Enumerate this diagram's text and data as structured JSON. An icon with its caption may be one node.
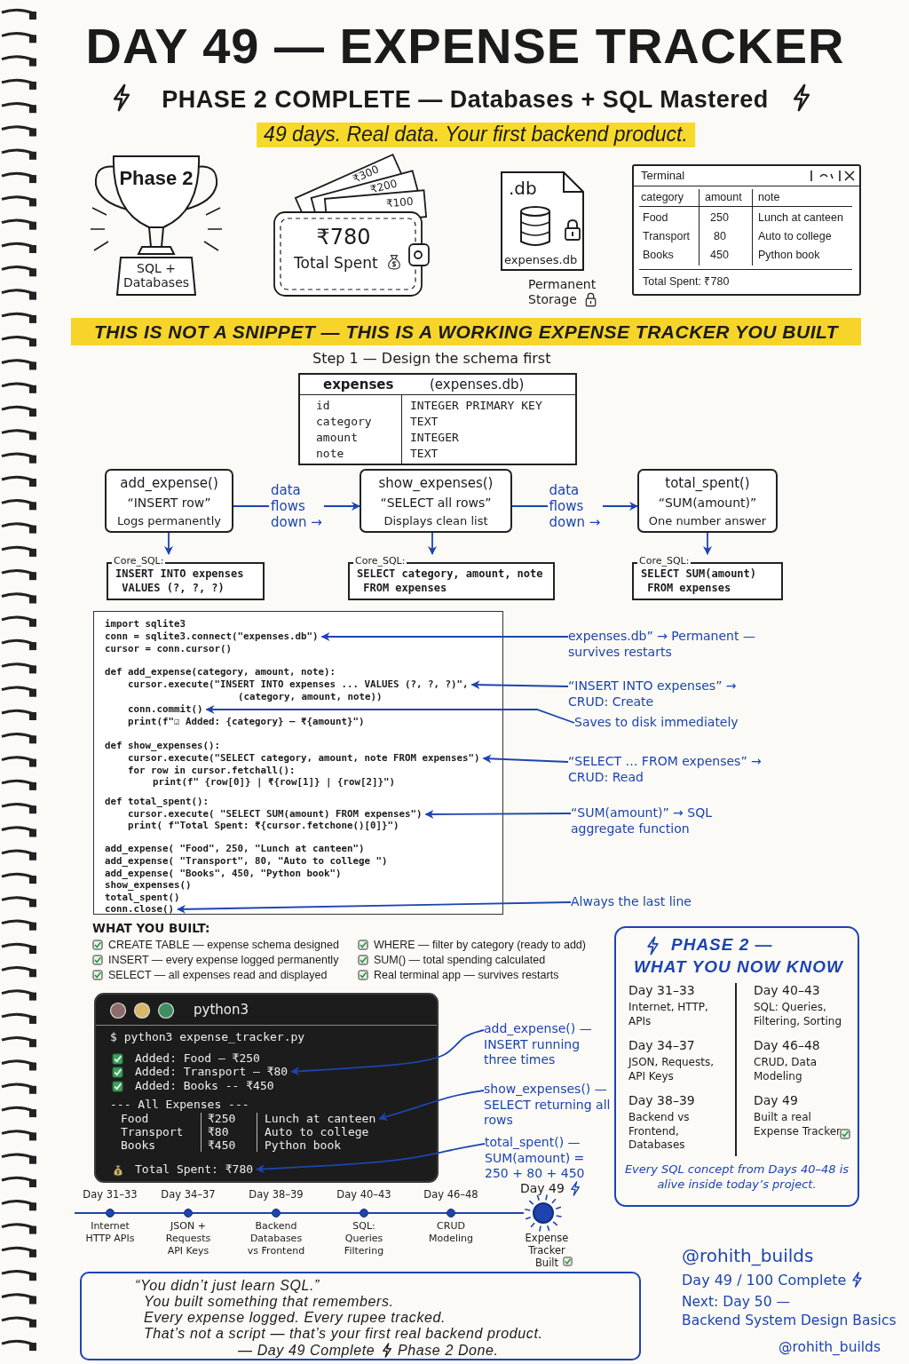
{
  "diagram": {
    "title": "DAY 49 — EXPENSE TRACKER",
    "nodes": [
      {
        "text": [
          "Phase 2",
          "SQL + Databases"
        ]
      },
      {
        "text": [
          "₹300",
          "₹200",
          "₹100",
          "₹780",
          "Total Spent"
        ]
      },
      {
        "text": [
          ".db",
          "expenses.db"
        ],
        "beside": [
          "Permanent Storage"
        ]
      },
      {
        "text": [
          "Terminal",
          "category",
          "amount",
          "note",
          "Food",
          "250",
          "Lunch at canteen",
          "Transport",
          "80",
          "Auto to college",
          "Books",
          "450",
          "Python book",
          "Total Spent: ₹780"
        ]
      },
      {
        "text": [
          "Step 1 — Design the schema first",
          "expenses",
          "(expenses.db)",
          "id",
          "INTEGER PRIMARY KEY",
          "category",
          "TEXT",
          "amount",
          "INTEGER",
          "note",
          "TEXT"
        ]
      },
      {
        "text": [
          "add_expense()",
          "“INSERT row”",
          "Logs permanently"
        ]
      },
      {
        "text": [
          "show_expenses()",
          "“SELECT all rows”",
          "Displays clean list"
        ]
      },
      {
        "text": [
          "total_spent()",
          "“SUM(amount)”",
          "One number answer"
        ]
      },
      {
        "text": [
          "Core_SQL:",
          "INSERT INTO expenses VALUES (?, ?, ?)"
        ]
      },
      {
        "text": [
          "Core_SQL:",
          "SELECT category, amount, note FROM expenses"
        ]
      },
      {
        "text": [
          "Core_SQL:",
          "SELECT SUM(amount) FROM expenses"
        ]
      },
      {
        "text": [
          "import sqlite3",
          "cursor = conn.cursor()",
          "def add_expense(category, amount, note):",
          "(category, amount, note))",
          "print(f\"☑ Added: {category} — ₹{amount}\")",
          "def show_expenses():",
          "for row in cursor.fetchall():",
          "print(f\" {row[0]} | ₹{row[1]} | {row[2]}\")",
          "def total_spent():",
          "print( f\"Total Spent: ₹{cursor.fetchone()[0]}\")",
          "add_expense( \"Food\", 250, \"Lunch at canteen\")",
          "add_expense( \"Transport\", 80, \"Auto to college \")",
          "add_expense( \"Books\", 450, \"Python book\")",
          "show_expenses()",
          "total_spent()"
        ]
      },
      {
        "text": [
          "conn = sqlite3.connect(\"expenses.db\")"
        ],
        "in": 11
      },
      {
        "text": [
          "cursor.execute(\"INSERT INTO expenses ... VALUES (?, ?, ?)\","
        ],
        "in": 11
      },
      {
        "text": [
          "conn.commit()"
        ],
        "in": 11
      },
      {
        "text": [
          "cursor.execute(\"SELECT category, amount, note FROM expenses\")"
        ],
        "in": 11
      },
      {
        "text": [
          "cursor.execute( \"SELECT SUM(amount) FROM expenses\")"
        ],
        "in": 11
      },
      {
        "text": [
          "conn.close()"
        ],
        "in": 11
      },
      {
        "text": [
          "expenses.db” → Permanent — survives restarts"
        ]
      },
      {
        "text": [
          "“INSERT INTO expenses” → CRUD: Create"
        ]
      },
      {
        "text": [
          "Saves to disk immediately"
        ]
      },
      {
        "text": [
          "“SELECT … FROM expenses” → CRUD: Read"
        ]
      },
      {
        "text": [
          "“SUM(amount)” → SQL aggregate function"
        ]
      },
      {
        "text": [
          "Always the last line"
        ]
      },
      {
        "text": [
          "python3",
          "$ python3 expense_tracker.py",
          "Added: Food — ₹250",
          "Added: Books -- ₹450",
          "--- All Expenses ---",
          "Food",
          "₹250",
          "Transport",
          "₹80",
          "Auto to college",
          "Books",
          "₹450",
          "Python book"
        ]
      },
      {
        "text": [
          "Added: Transport — ₹80"
        ],
        "in": 24
      },
      {
        "text": [
          "Lunch at canteen"
        ],
        "in": 24
      },
      {
        "text": [
          "Total Spent: ₹780"
        ],
        "in": 24
      },
      {
        "text": [
          "add_expense() — INSERT running three times"
        ]
      },
      {
        "text": [
          "show_expenses() — SELECT returning all rows"
        ]
      },
      {
        "text": [
          "total_spent() — SUM(amount) = 250 + 80 + 450"
        ]
      },
      {
        "text": [
          "PHASE 2 —",
          "WHAT YOU NOW KNOW",
          "Day 31–33",
          "Internet, HTTP, APIs",
          "Day 34–37",
          "JSON, Requests, API Keys",
          "Day 38–39",
          "Backend vs Frontend, Databases",
          "Day 40–43",
          "SQL: Queries, Filtering, Sorting",
          "Day 46–48",
          "CRUD, Data Modeling",
          "Day 49",
          "Built a real Expense Tracker",
          "Every SQL concept from Days 40–48 is alive inside today’s project."
        ]
      },
      {
        "text": [],
        "shape": "circle",
        "beside": [
          "Day 31–33",
          "Internet HTTP APIs"
        ]
      },
      {
        "text": [],
        "shape": "circle",
        "beside": [
          "Day 34–37",
          "JSON + Requests API Keys"
        ]
      },
      {
        "text": [],
        "shape": "circle",
        "beside": [
          "Day 38–39",
          "Backend Databases vs Frontend"
        ]
      },
      {
        "text": [],
        "shape": "circle",
        "beside": [
          "Day 40–43",
          "SQL: Queries Filtering"
        ]
      },
      {
        "text": [],
        "shape": "circle",
        "beside": [
          "Day 46–48",
          "CRUD Modeling"
        ]
      },
      {
        "text": [],
        "shape": "circle",
        "beside": [
          "Day 49",
          "Expense Tracker Built"
        ]
      },
      {
        "text": [
          "“You didn’t just learn SQL.”",
          "You built something that remembers.",
          "Every expense logged. Every rupee tracked.",
          "That’s not a script — that’s your first real backend product.",
          "— Day 49 Complete",
          "Phase 2 Done."
        ]
      }
    ],
    "edges": [
      {
        "from": 5,
        "to": 6,
        "arrow": "to",
        "label": "data flows down →"
      },
      {
        "from": 6,
        "to": 7,
        "arrow": "to",
        "label": "data flows down →"
      },
      {
        "from": 5,
        "to": 8,
        "arrow": "to"
      },
      {
        "from": 6,
        "to": 9,
        "arrow": "to"
      },
      {
        "from": 7,
        "to": 10,
        "arrow": "to"
      },
      {
        "from": 18,
        "to": 12,
        "arrow": "to"
      },
      {
        "from": 19,
        "to": 13,
        "arrow": "to"
      },
      {
        "from": 20,
        "to": 14,
        "arrow": "to"
      },
      {
        "from": 21,
        "to": 15,
        "arrow": "to"
      },
      {
        "from": 22,
        "to": 16,
        "arrow": "to"
      },
      {
        "from": 23,
        "to": 17,
        "arrow": "to"
      },
      {
        "from": 28,
        "to": 25,
        "arrow": "to"
      },
      {
        "from": 29,
        "to": 26,
        "arrow": "to"
      },
      {
        "from": 30,
        "to": 27,
        "arrow": "to"
      },
      {
        "from": null,
        "to": 32,
        "arrow": "none"
      },
      {
        "from": 32,
        "to": 33,
        "arrow": "none"
      },
      {
        "from": 33,
        "to": 34,
        "arrow": "none"
      },
      {
        "from": 34,
        "to": 35,
        "arrow": "none"
      },
      {
        "from": 35,
        "to": 36,
        "arrow": "none"
      },
      {
        "from": 36,
        "to": 37,
        "arrow": "none"
      }
    ],
    "labels": [
      "PHASE 2 COMPLETE — Databases + SQL Mastered",
      "49 days. Real data. Your first backend product.",
      "THIS IS NOT A SNIPPET — THIS IS A WORKING EXPENSE TRACKER YOU BUILT",
      "WHAT YOU BUILT:",
      "CREATE TABLE — expense schema designed",
      "WHERE — filter by category (ready to add)",
      "INSERT — every expense logged permanently",
      "SUM() — total spending calculated",
      "SELECT — all expenses read and displayed",
      "Real terminal app — survives restarts",
      "@rohith_builds",
      "Day 49 / 100 Complete",
      "Next: Day 50 —",
      "Backend System Design Basics",
      "@rohith_builds"
    ]
  }
}
